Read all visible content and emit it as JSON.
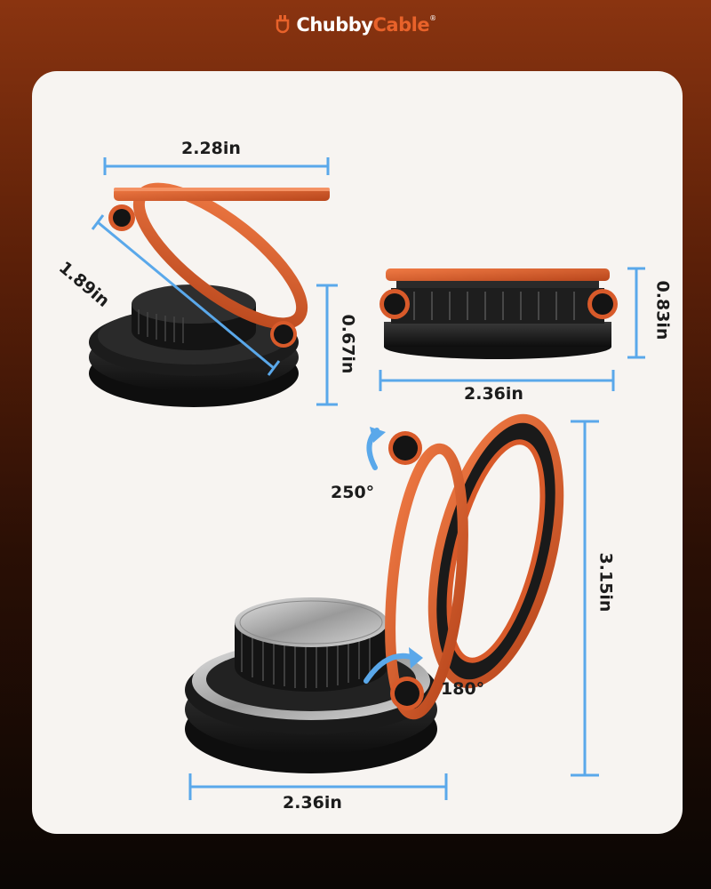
{
  "brand": {
    "name_part1": "Chubby",
    "name_part2": "Cable",
    "reg_mark": "®"
  },
  "colors": {
    "accent": "#e8622a",
    "dimension_line": "#5aa8ea",
    "panel": "#f7f4f1",
    "metal_orange": "#d85a2a",
    "base_black": "#1a1a1a"
  },
  "icons": {
    "logo": "usb-cable-icon",
    "arrow": "rotation-arrow-icon"
  },
  "views": {
    "top_left": {
      "width": "2.28in",
      "diagonal": "1.89in",
      "height": "0.67in"
    },
    "top_right": {
      "width": "2.36in",
      "height": "0.83in"
    },
    "bottom": {
      "base_width": "2.36in",
      "height": "3.15in",
      "rotation_top": "250°",
      "rotation_bottom": "180°"
    }
  }
}
